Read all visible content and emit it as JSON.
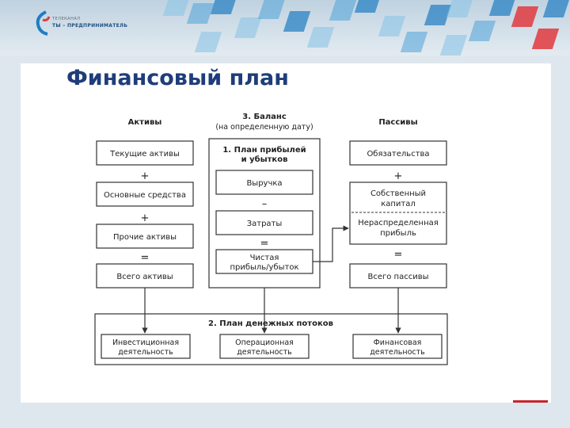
{
  "logo": {
    "line1": "ТЕЛЕКАНАЛ",
    "line2": "ТЫ – ПРЕДПРИНИМАТЕЛЬ"
  },
  "slide": {
    "title": "Финансовый план"
  },
  "diagram": {
    "assets": {
      "header": "Активы",
      "items": [
        "Текущие активы",
        "Основные средства",
        "Прочие активы",
        "Всего активы"
      ],
      "ops": [
        "+",
        "+",
        "="
      ]
    },
    "balance": {
      "header": "3. Баланс",
      "subheader": "(на определенную дату)"
    },
    "liabilities": {
      "header": "Пассивы",
      "items": [
        "Обязательства",
        "Собственный",
        "капитал",
        "Нераспределенная",
        "прибыль",
        "Всего пассивы"
      ],
      "ops": [
        "+",
        "="
      ]
    },
    "pnl": {
      "header1": "1. План прибылей",
      "header2": "и убытков",
      "items": [
        "Выручка",
        "Затраты",
        "Чистая",
        "прибыль/убыток"
      ],
      "ops": [
        "–",
        "="
      ]
    },
    "cashflow": {
      "header": "2. План денежных потоков",
      "items": [
        [
          "Инвестиционная",
          "деятельность"
        ],
        [
          "Операционная",
          "деятельность"
        ],
        [
          "Финансовая",
          "деятельность"
        ]
      ]
    }
  }
}
